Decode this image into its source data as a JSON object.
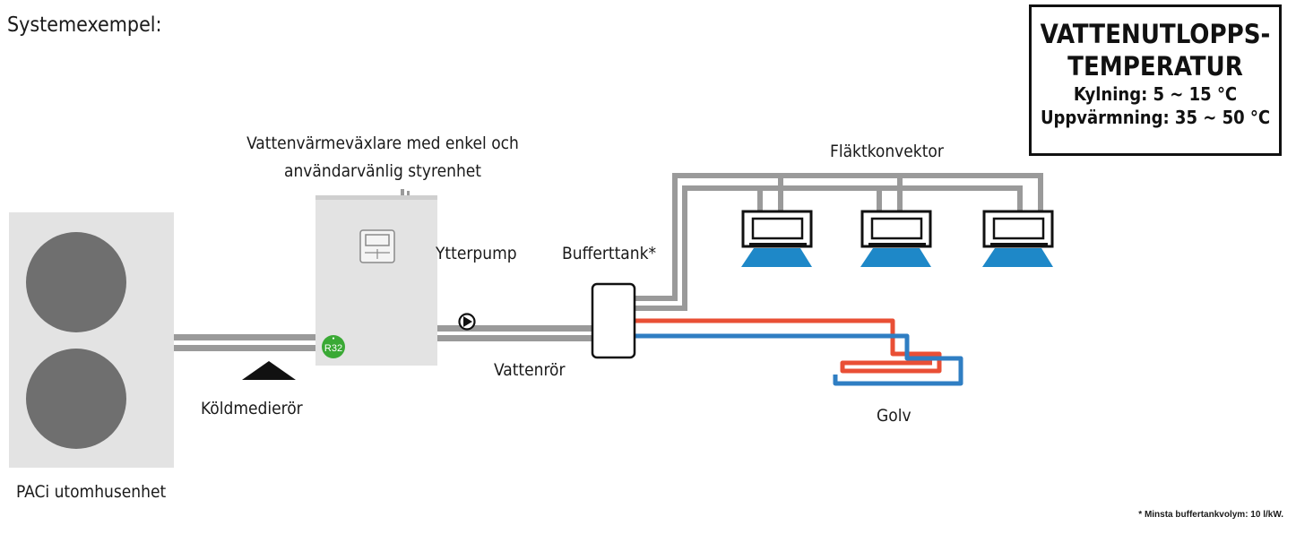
{
  "title": "Systemexempel:",
  "temperature_box": {
    "heading_line1": "VATTENUTLOPPS-",
    "heading_line2": "TEMPERATUR",
    "cooling": "Kylning: 5 ~ 15 °C",
    "heating": "Uppvärmning: 35 ~ 50 °C"
  },
  "labels": {
    "heat_exchanger": "Vattenvärmeväxlare med enkel och användarvänlig styrenhet",
    "pump": "Ytterpump",
    "buffer_tank": "Bufferttank*",
    "fan_convector": "Fläktkonvektor",
    "water_pipe": "Vattenrör",
    "refrigerant_pipe": "Köldmedierör",
    "floor": "Golv",
    "outdoor_unit": "PACi utomhusenhet"
  },
  "refrigerant_badge": "R32",
  "footnote": "* Minsta buffertankvolym: 10 l/kW.",
  "colors": {
    "pipe_gray": "#9a9a9a",
    "hot_pipe": "#e94f35",
    "cold_pipe": "#2f7ec3",
    "airflow": "#1e88c8",
    "badge_green": "#3aa935",
    "unit_fill": "#e3e3e3"
  }
}
